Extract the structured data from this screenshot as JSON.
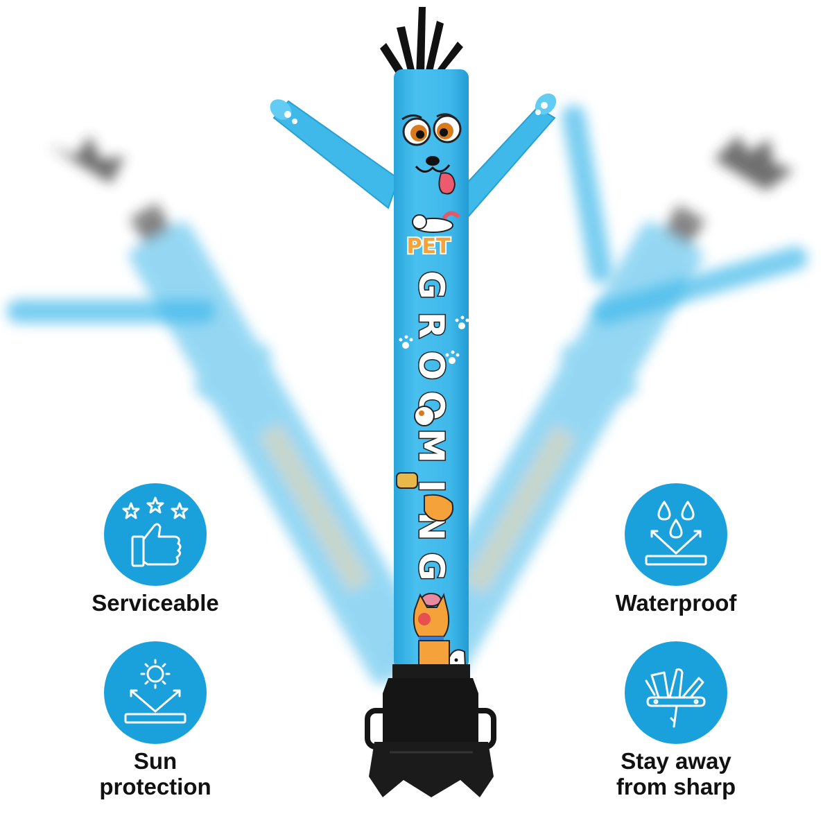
{
  "product": {
    "tube_text_top": "PET",
    "tube_text_main": "GROOMING",
    "tube_color": "#3fb8ea",
    "base_color": "#111111"
  },
  "features": {
    "serviceable": {
      "label": "Serviceable",
      "icon": "thumbs-up-stars-icon"
    },
    "waterproof": {
      "label": "Waterproof",
      "icon": "water-drops-icon"
    },
    "sun_protection": {
      "line1": "Sun",
      "line2": "protection",
      "icon": "sun-icon"
    },
    "stay_away": {
      "line1": "Stay away",
      "line2": "from sharp",
      "icon": "knife-icon"
    }
  },
  "colors": {
    "badge": "#1aa1dc",
    "tube": "#3fb8ea",
    "label_text": "#111111"
  }
}
